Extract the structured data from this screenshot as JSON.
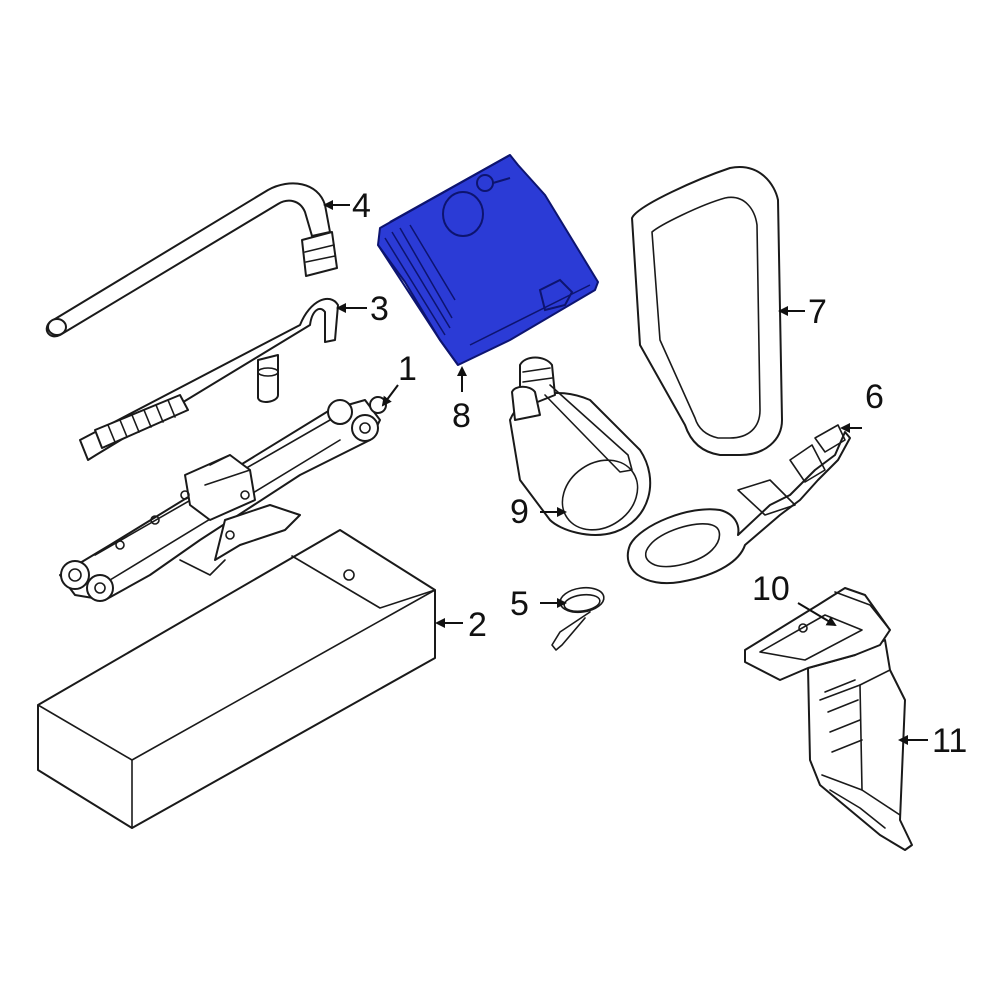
{
  "colors": {
    "background": "#ffffff",
    "line": "#1a1a1a",
    "highlight": "#2b3bd6",
    "highlight_stroke": "#0d1470"
  },
  "highlighted_part": "8",
  "callouts": {
    "c1": "1",
    "c2": "2",
    "c3": "3",
    "c4": "4",
    "c5": "5",
    "c6": "6",
    "c7": "7",
    "c8": "8",
    "c9": "9",
    "c10": "10",
    "c11": "11"
  }
}
